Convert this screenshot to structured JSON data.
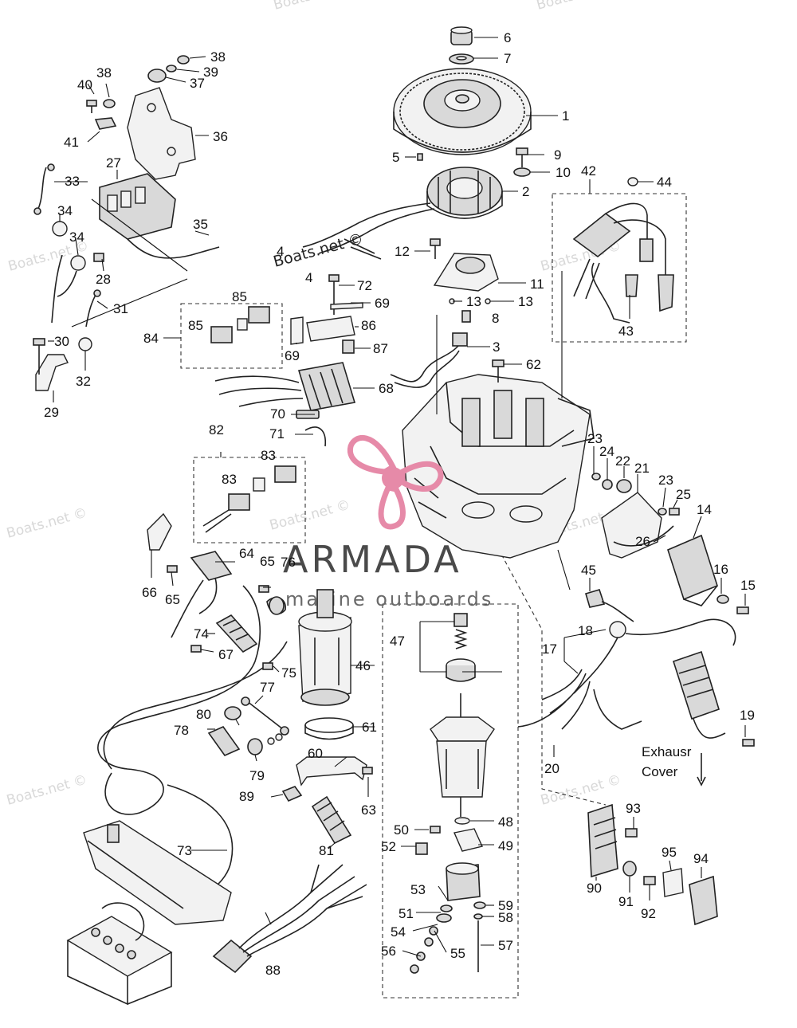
{
  "brand": {
    "name": "ARMADA",
    "tagline": "marine outboards",
    "logo_color": "#e68aa8"
  },
  "watermark": "Boats.net ©",
  "note": {
    "line1": "Exhausr",
    "line2": "Cover"
  },
  "callouts": [
    "1",
    "2",
    "3",
    "4",
    "4",
    "5",
    "6",
    "7",
    "8",
    "9",
    "10",
    "11",
    "12",
    "13",
    "13",
    "14",
    "15",
    "16",
    "17",
    "18",
    "19",
    "20",
    "21",
    "22",
    "23",
    "23",
    "24",
    "25",
    "26",
    "27",
    "28",
    "29",
    "30",
    "31",
    "32",
    "33",
    "34",
    "34",
    "35",
    "36",
    "37",
    "38",
    "38",
    "39",
    "40",
    "41",
    "42",
    "43",
    "44",
    "45",
    "46",
    "47",
    "48",
    "49",
    "50",
    "51",
    "52",
    "53",
    "54",
    "55",
    "56",
    "57",
    "58",
    "59",
    "60",
    "61",
    "62",
    "63",
    "64",
    "65",
    "65",
    "66",
    "67",
    "68",
    "69",
    "69",
    "70",
    "71",
    "72",
    "73",
    "74",
    "75",
    "76",
    "77",
    "78",
    "79",
    "80",
    "81",
    "82",
    "83",
    "83",
    "84",
    "85",
    "85",
    "86",
    "87",
    "88",
    "89",
    "90",
    "91",
    "92",
    "93",
    "94",
    "95"
  ]
}
